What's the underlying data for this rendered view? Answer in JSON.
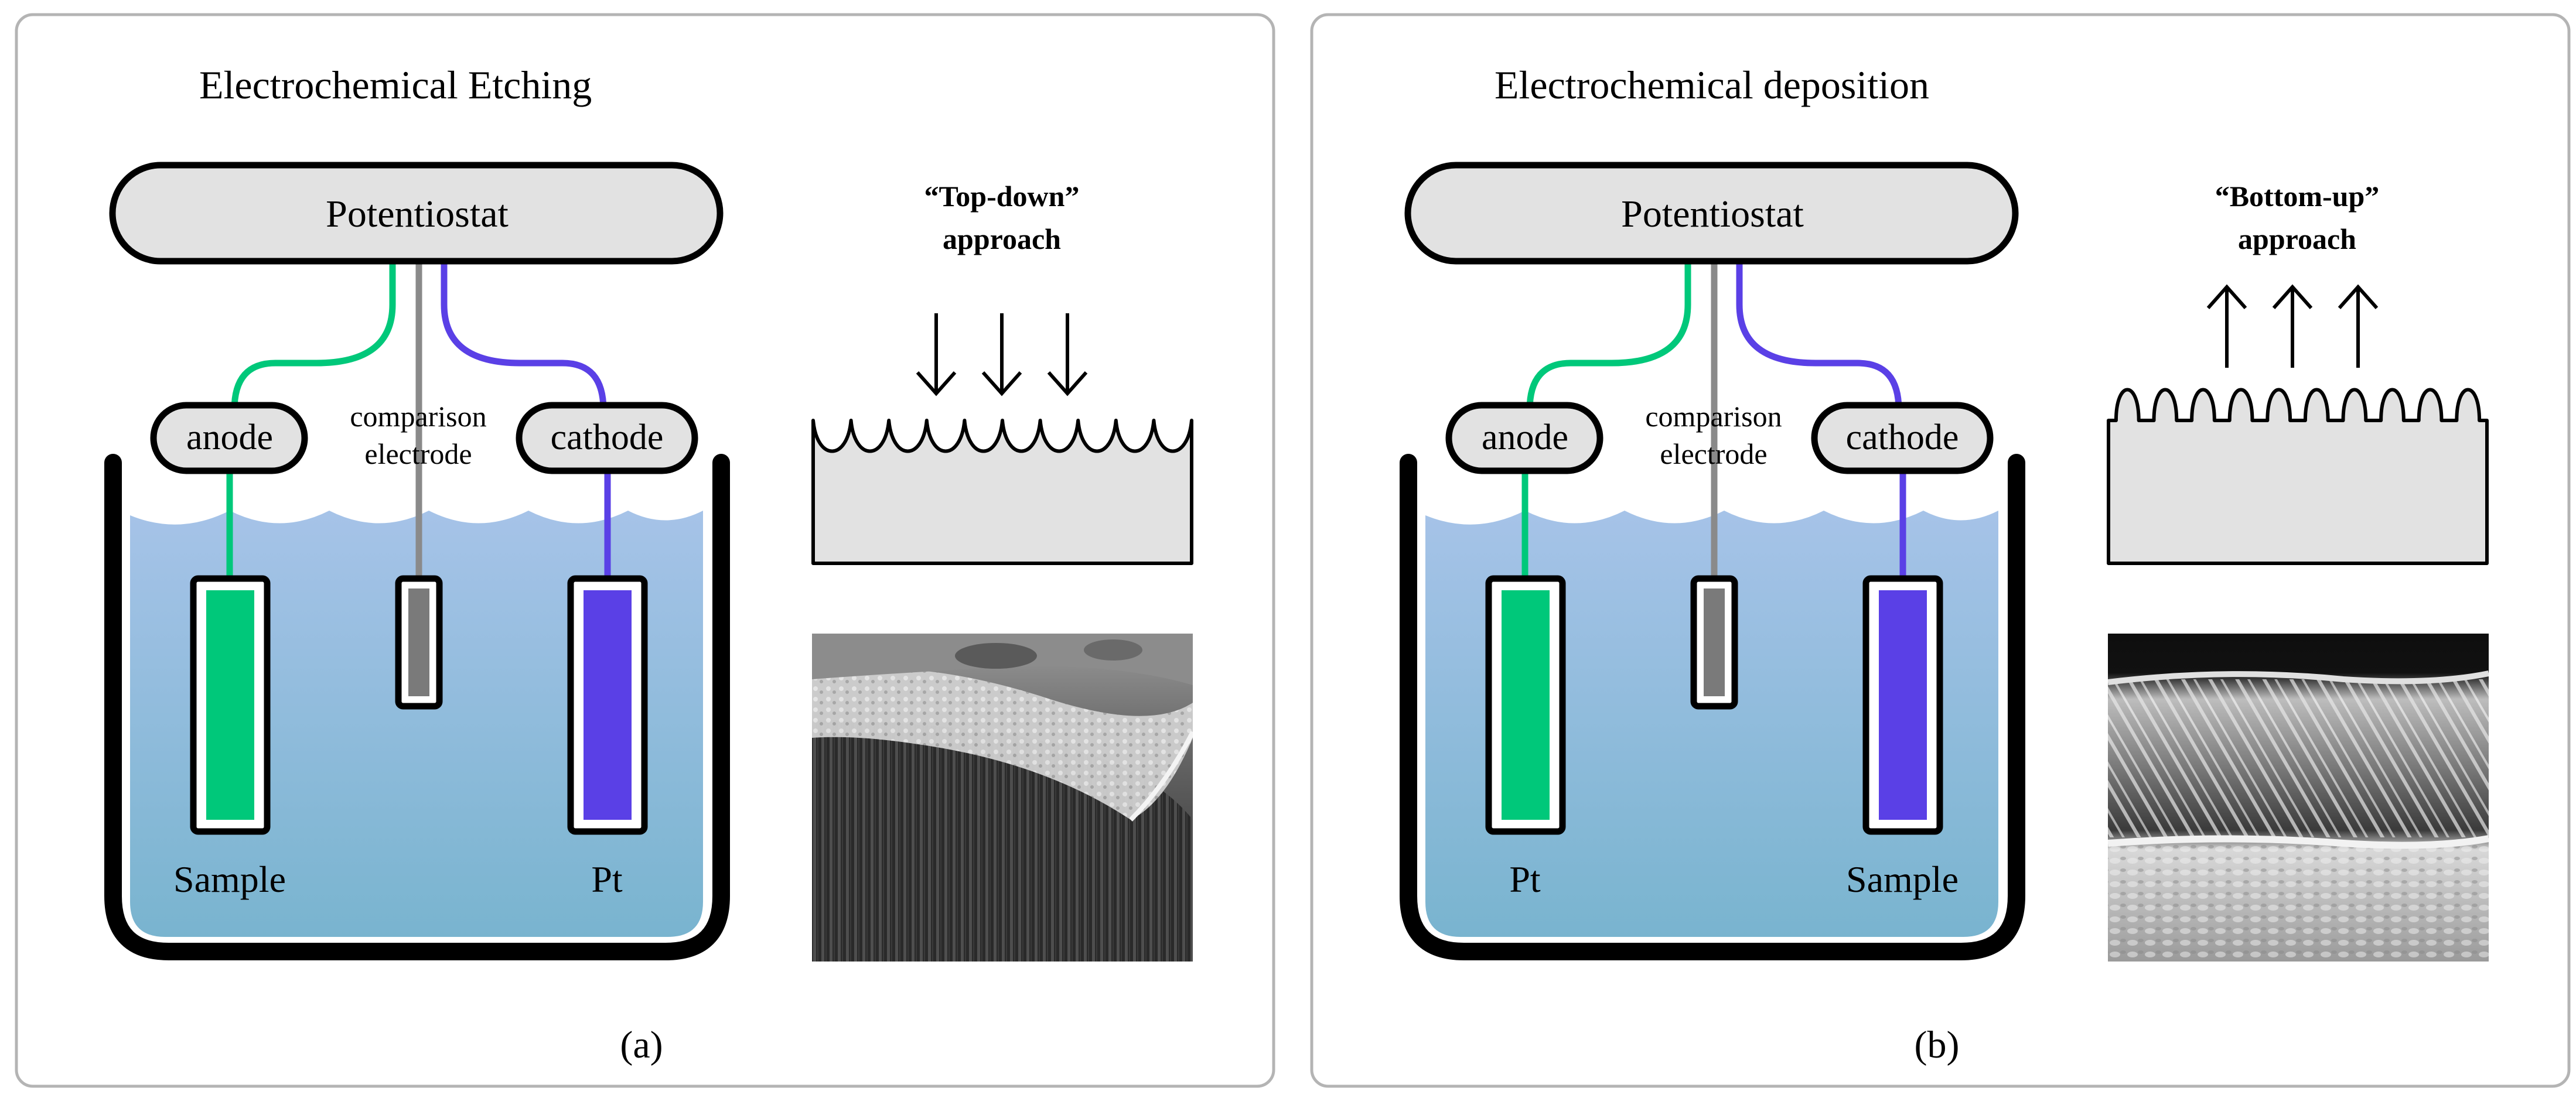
{
  "colors": {
    "panel_border": "#b4b4b4",
    "grey_fill": "#e2e2e2",
    "outline": "#000000",
    "anode_green": "#00c87a",
    "cathode_purple": "#5a40e6",
    "reference_grey": "#7a7a7a",
    "liquid_top": "#a6c3e8",
    "liquid_bottom": "#79b4cf"
  },
  "panels": [
    {
      "title": "Electrochemical Etching",
      "caption": "(a)",
      "potentiostat": "Potentiostat",
      "anode": "anode",
      "cathode": "cathode",
      "reference_line1": "comparison",
      "reference_line2": "electrode",
      "left_electrode_label": "Sample",
      "right_electrode_label": "Pt",
      "approach_line1": "“Top-down”",
      "approach_line2": "approach",
      "arrow_direction": "down",
      "micrograph": "sem-nanowire-array-image"
    },
    {
      "title": "Electrochemical deposition",
      "caption": "(b)",
      "potentiostat": "Potentiostat",
      "anode": "anode",
      "cathode": "cathode",
      "reference_line1": "comparison",
      "reference_line2": "electrode",
      "left_electrode_label": "Pt",
      "right_electrode_label": "Sample",
      "approach_line1": "“Bottom-up”",
      "approach_line2": "approach",
      "arrow_direction": "up",
      "micrograph": "sem-deposited-film-image"
    }
  ]
}
